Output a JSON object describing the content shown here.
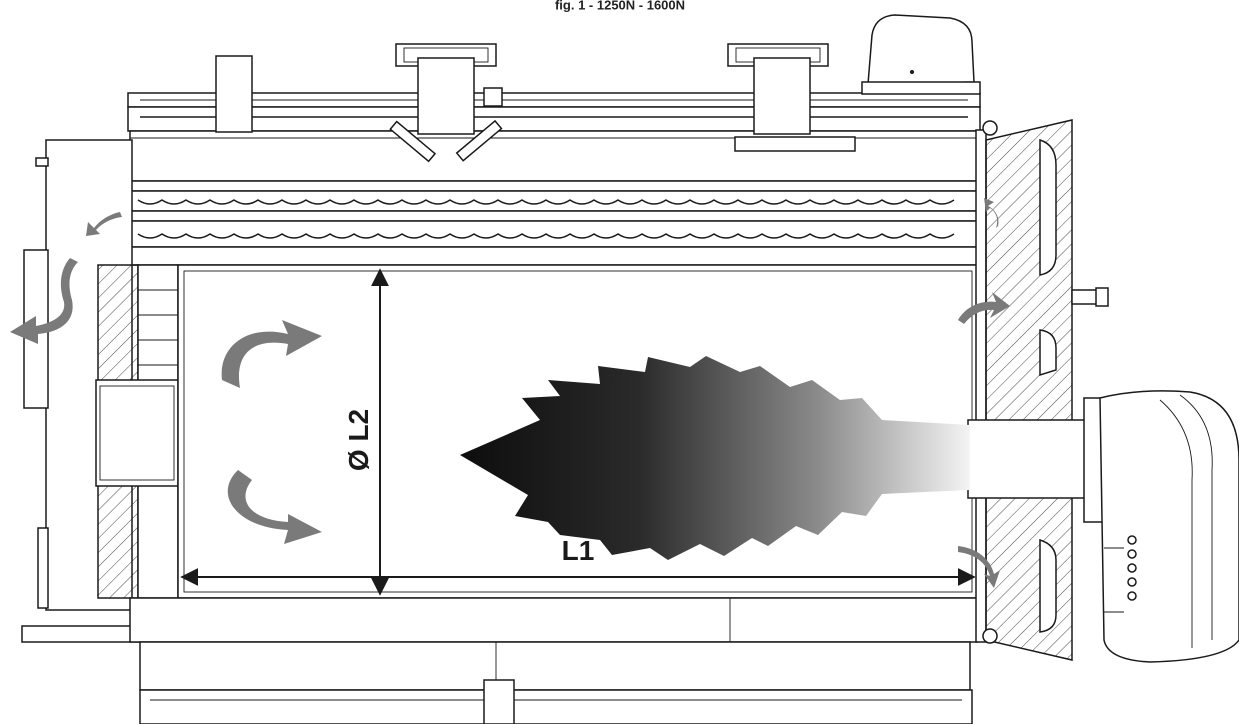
{
  "figure": {
    "caption": "fig. 1 - 1250N - 1600N"
  },
  "dimensions": {
    "length_label": "L1",
    "diameter_label": "Ø L2"
  },
  "colors": {
    "line": "#1a1a1a",
    "flow_arrow": "#7a7a7a",
    "flame_dark": "#111111",
    "flame_light": "#f2f2f2"
  }
}
